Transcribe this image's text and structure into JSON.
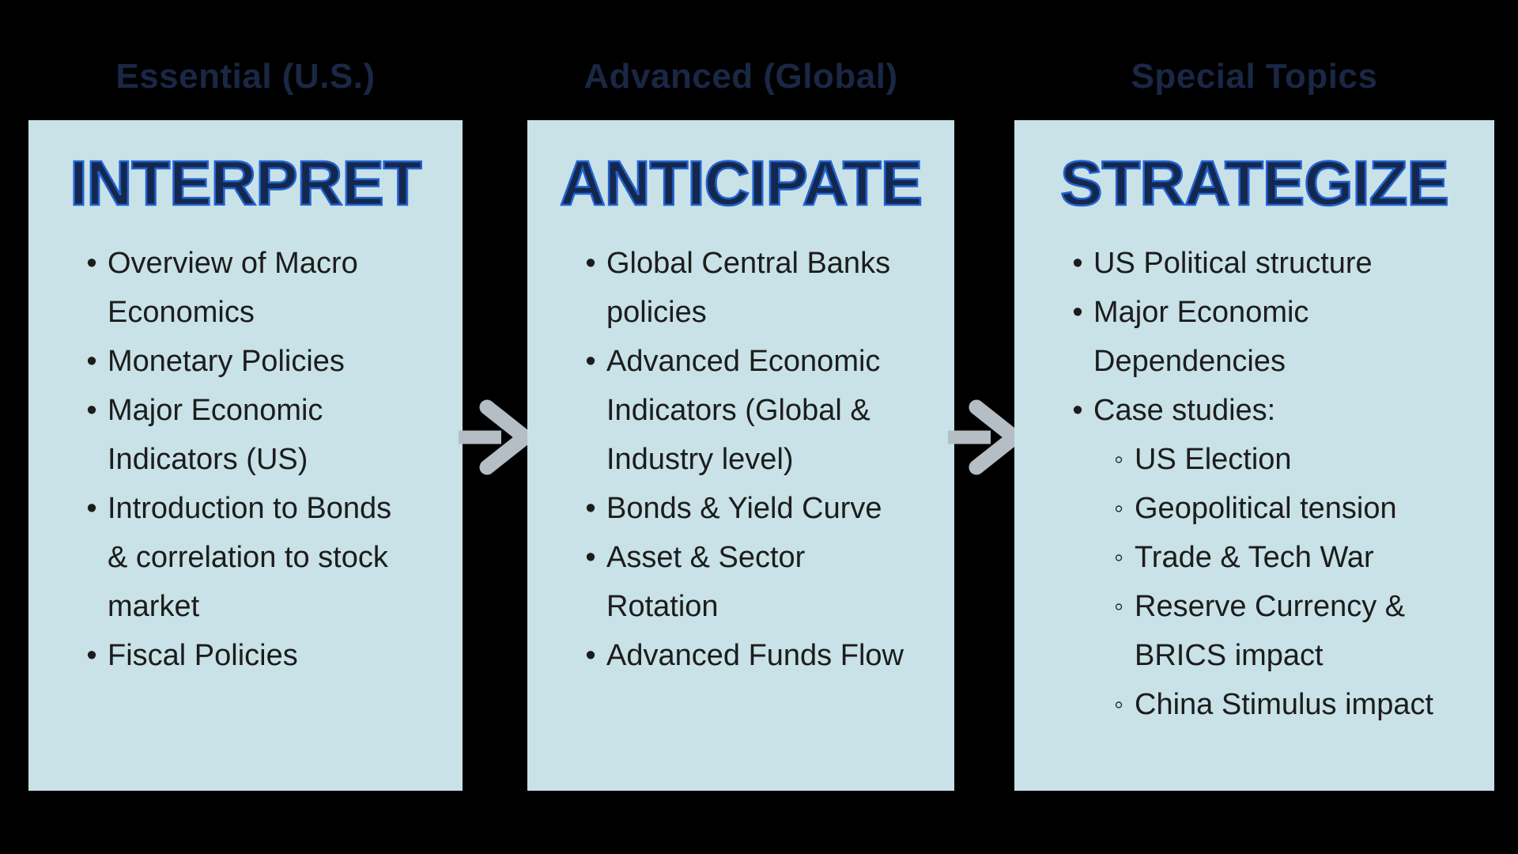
{
  "colors": {
    "bg": "#000000",
    "box_bg": "#c8e2e7",
    "heading": "#1a2745",
    "title_fill": "#14284e",
    "title_stroke": "#2361d1",
    "body": "#1c1c1c",
    "arrow": "#b5bdc5"
  },
  "bullets": {
    "level1": "•",
    "level2": "◦"
  },
  "columns": [
    {
      "header": "Essential (U.S.)",
      "title": "INTERPRET",
      "items": [
        {
          "text": "Overview of Macro\nEconomics"
        },
        {
          "text": "Monetary Policies"
        },
        {
          "text": "Major Economic\nIndicators (US)"
        },
        {
          "text": "Introduction to Bonds\n& correlation to stock\nmarket"
        },
        {
          "text": "Fiscal Policies"
        }
      ]
    },
    {
      "header": "Advanced (Global)",
      "title": "ANTICIPATE",
      "items": [
        {
          "text": "Global Central Banks\npolicies"
        },
        {
          "text": "Advanced Economic\nIndicators (Global &\nIndustry level)"
        },
        {
          "text": "Bonds & Yield Curve"
        },
        {
          "text": "Asset & Sector\nRotation"
        },
        {
          "text": "Advanced Funds Flow"
        }
      ]
    },
    {
      "header": "Special Topics",
      "title": "STRATEGIZE",
      "items": [
        {
          "text": "US Political structure"
        },
        {
          "text": "Major Economic\nDependencies"
        },
        {
          "text": "Case studies:",
          "sub": [
            "US Election",
            "Geopolitical tension",
            "Trade & Tech War",
            "Reserve Currency &\nBRICS impact",
            "China Stimulus impact"
          ]
        }
      ]
    }
  ]
}
